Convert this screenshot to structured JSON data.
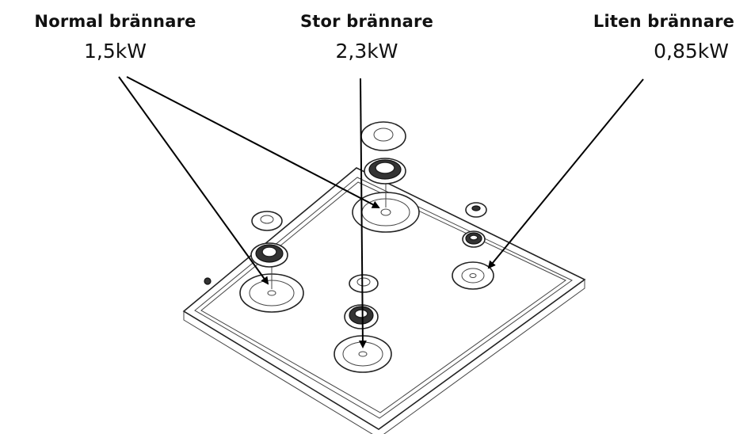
{
  "labels": {
    "normal": {
      "name": "Normal brännare",
      "power": "1,5kW"
    },
    "stor": {
      "name": "Stor brännare",
      "power": "2,3kW"
    },
    "liten": {
      "name": "Liten brännare",
      "power": "0,85kW"
    }
  }
}
